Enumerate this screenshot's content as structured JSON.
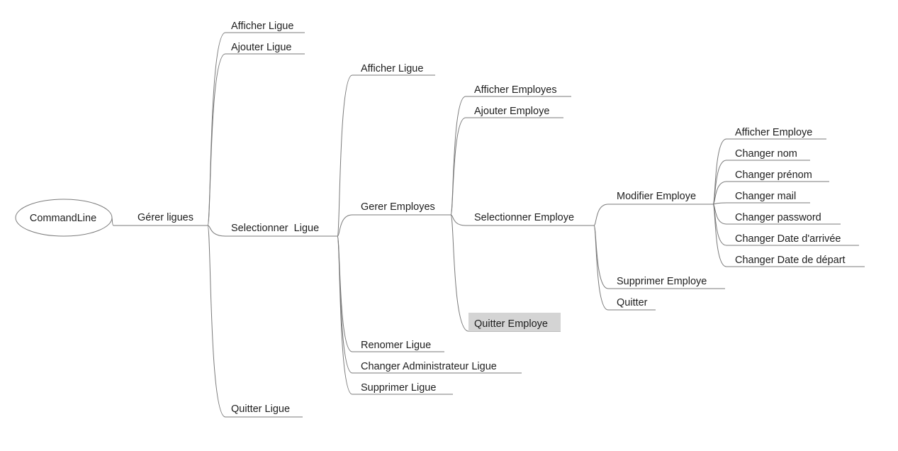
{
  "root": {
    "label": "CommandLine"
  },
  "nodes": {
    "gerer_ligues": "Gérer ligues",
    "afficher_ligue_1": "Afficher Ligue",
    "ajouter_ligue": "Ajouter Ligue",
    "selectionner_ligue": "Selectionner  Ligue",
    "quitter_ligue": "Quitter Ligue",
    "afficher_ligue_2": "Afficher Ligue",
    "gerer_employes": "Gerer Employes",
    "renomer_ligue": "Renomer Ligue",
    "changer_admin_ligue": "Changer Administrateur Ligue",
    "supprimer_ligue": "Supprimer Ligue",
    "afficher_employes": "Afficher Employes",
    "ajouter_employe": "Ajouter Employe",
    "selectionner_employe": "Selectionner Employe",
    "quitter_employe": "Quitter Employe",
    "modifier_employe": "Modifier Employe",
    "supprimer_employe": "Supprimer Employe",
    "quitter": "Quitter",
    "afficher_employe": "Afficher Employe",
    "changer_nom": "Changer nom",
    "changer_prenom": "Changer prénom",
    "changer_mail": "Changer mail",
    "changer_password": "Changer password",
    "changer_date_arrivee": "Changer Date d'arrivée",
    "changer_date_depart": "Changer Date de départ"
  },
  "colors": {
    "line": "#7a7a7a",
    "text": "#1e1e1e",
    "highlight": "#d4d4d4"
  }
}
